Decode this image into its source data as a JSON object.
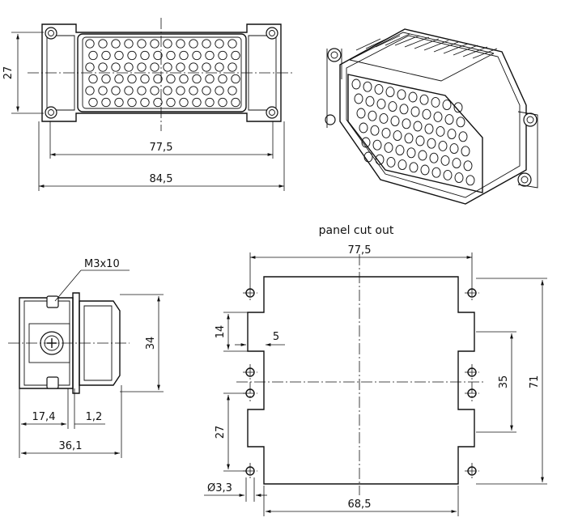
{
  "panel_cutout_label": "panel cut out",
  "screw_label": "M3x10",
  "front_view": {
    "height": "27",
    "inner_width": "77,5",
    "outer_width": "84,5"
  },
  "side_view": {
    "height": "34",
    "depth_a": "17,4",
    "depth_b": "1,2",
    "depth_total": "36,1"
  },
  "cutout": {
    "top_width": "77,5",
    "slot_height": "14",
    "slot_depth": "5",
    "hole_pitch": "35",
    "total_height": "71",
    "lower_pitch": "27",
    "hole_diameter": "Ø3,3",
    "bottom_width": "68,5"
  }
}
